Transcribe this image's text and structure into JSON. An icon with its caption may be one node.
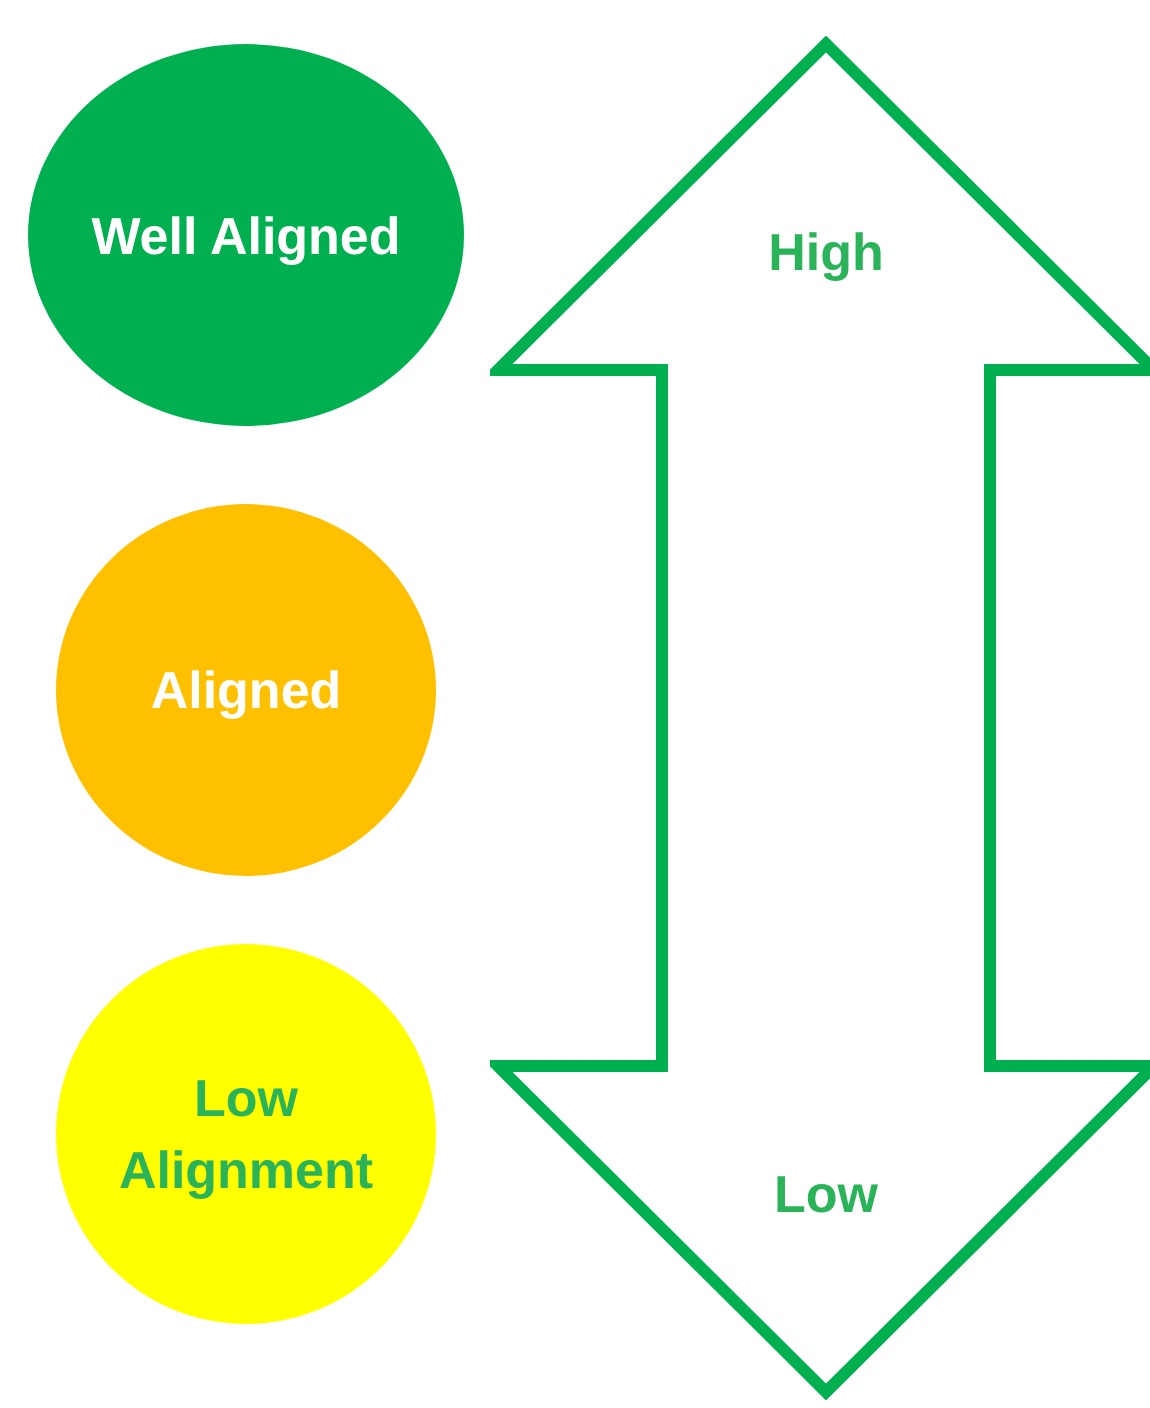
{
  "diagram": {
    "nodes": [
      {
        "text": [
          "Well Aligned"
        ]
      },
      {
        "text": [
          "Aligned"
        ]
      },
      {
        "text": [
          "Low Alignment"
        ]
      },
      {
        "text": [
          "High",
          "Low"
        ]
      }
    ]
  }
}
